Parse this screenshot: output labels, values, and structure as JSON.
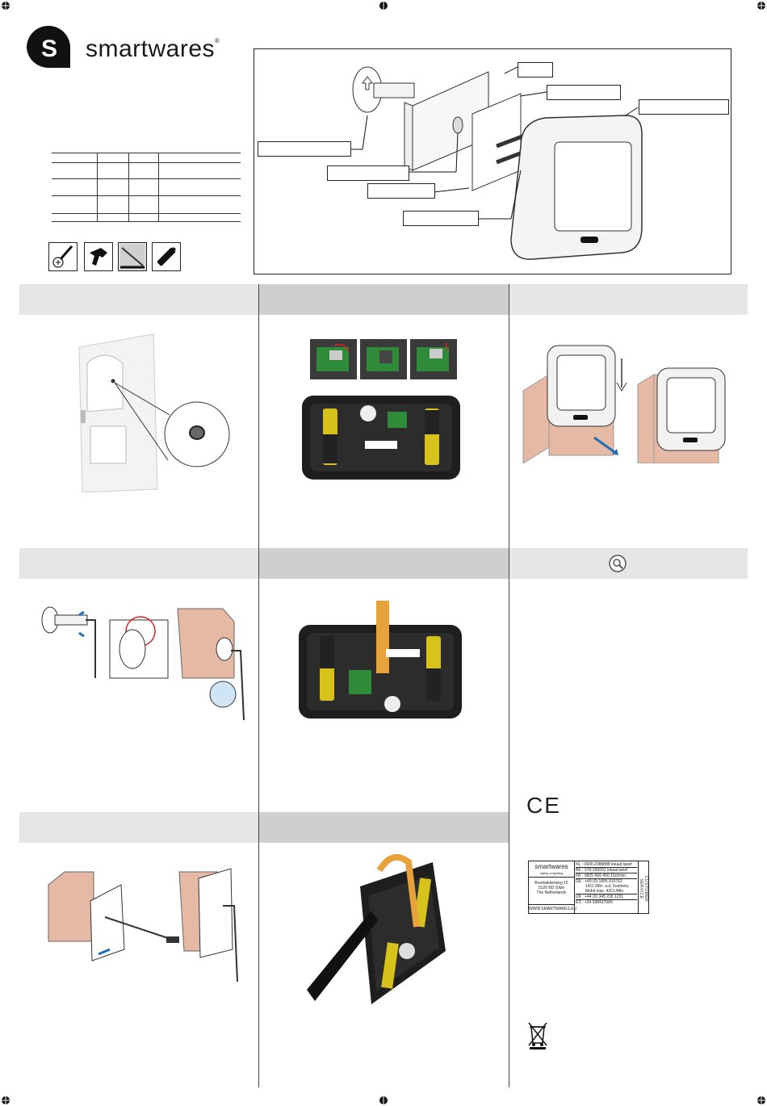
{
  "brand": {
    "name": "smartwares",
    "registered": "®",
    "logo_letter": "S"
  },
  "service_card": {
    "brand": "smartwares",
    "tagline": "safety & lighting",
    "address_lines": [
      "Broekakkerweg 15",
      "5126 BD  Gilze",
      "The Netherlands"
    ],
    "website": "WWW.SMARTWARES.EU",
    "vertical_label": "CUSTOMER SERVICE",
    "contacts": [
      {
        "code": "NL",
        "number": "0900-2088888",
        "note": "lokaal tarief"
      },
      {
        "code": "BE",
        "number": "078-250001",
        "note": "lokaal tarief"
      },
      {
        "code": "FR",
        "number": "0825-566 450",
        "note": "15ct/min."
      },
      {
        "code": "DE",
        "number": "+49 (0) 1805 910762",
        "note": "14Ct./Min. a.d. Festnetz,"
      },
      {
        "code": "",
        "number": "",
        "note": "Mobil max. 42Ct./Min."
      },
      {
        "code": "UK",
        "number": "+44 (0) 345 230 1231",
        "note": ""
      },
      {
        "code": "ES",
        "number": "+34 938427589",
        "note": ""
      }
    ]
  },
  "marks": {
    "ce": "CE"
  },
  "icons": {
    "logo": "smartwares-logo-icon",
    "tools": [
      "screwdriver-icon",
      "drill-icon",
      "door-thickness-icon",
      "battery-icon"
    ],
    "magnifier": "magnifier-icon",
    "weee": "weee-bin-icon"
  },
  "colors": {
    "header_light": "#e6e6e6",
    "header_dark": "#cfcfcf",
    "wood": "#e5b9a4",
    "arrow_blue": "#1f6fb8",
    "pcb_green": "#2f8a3a"
  }
}
